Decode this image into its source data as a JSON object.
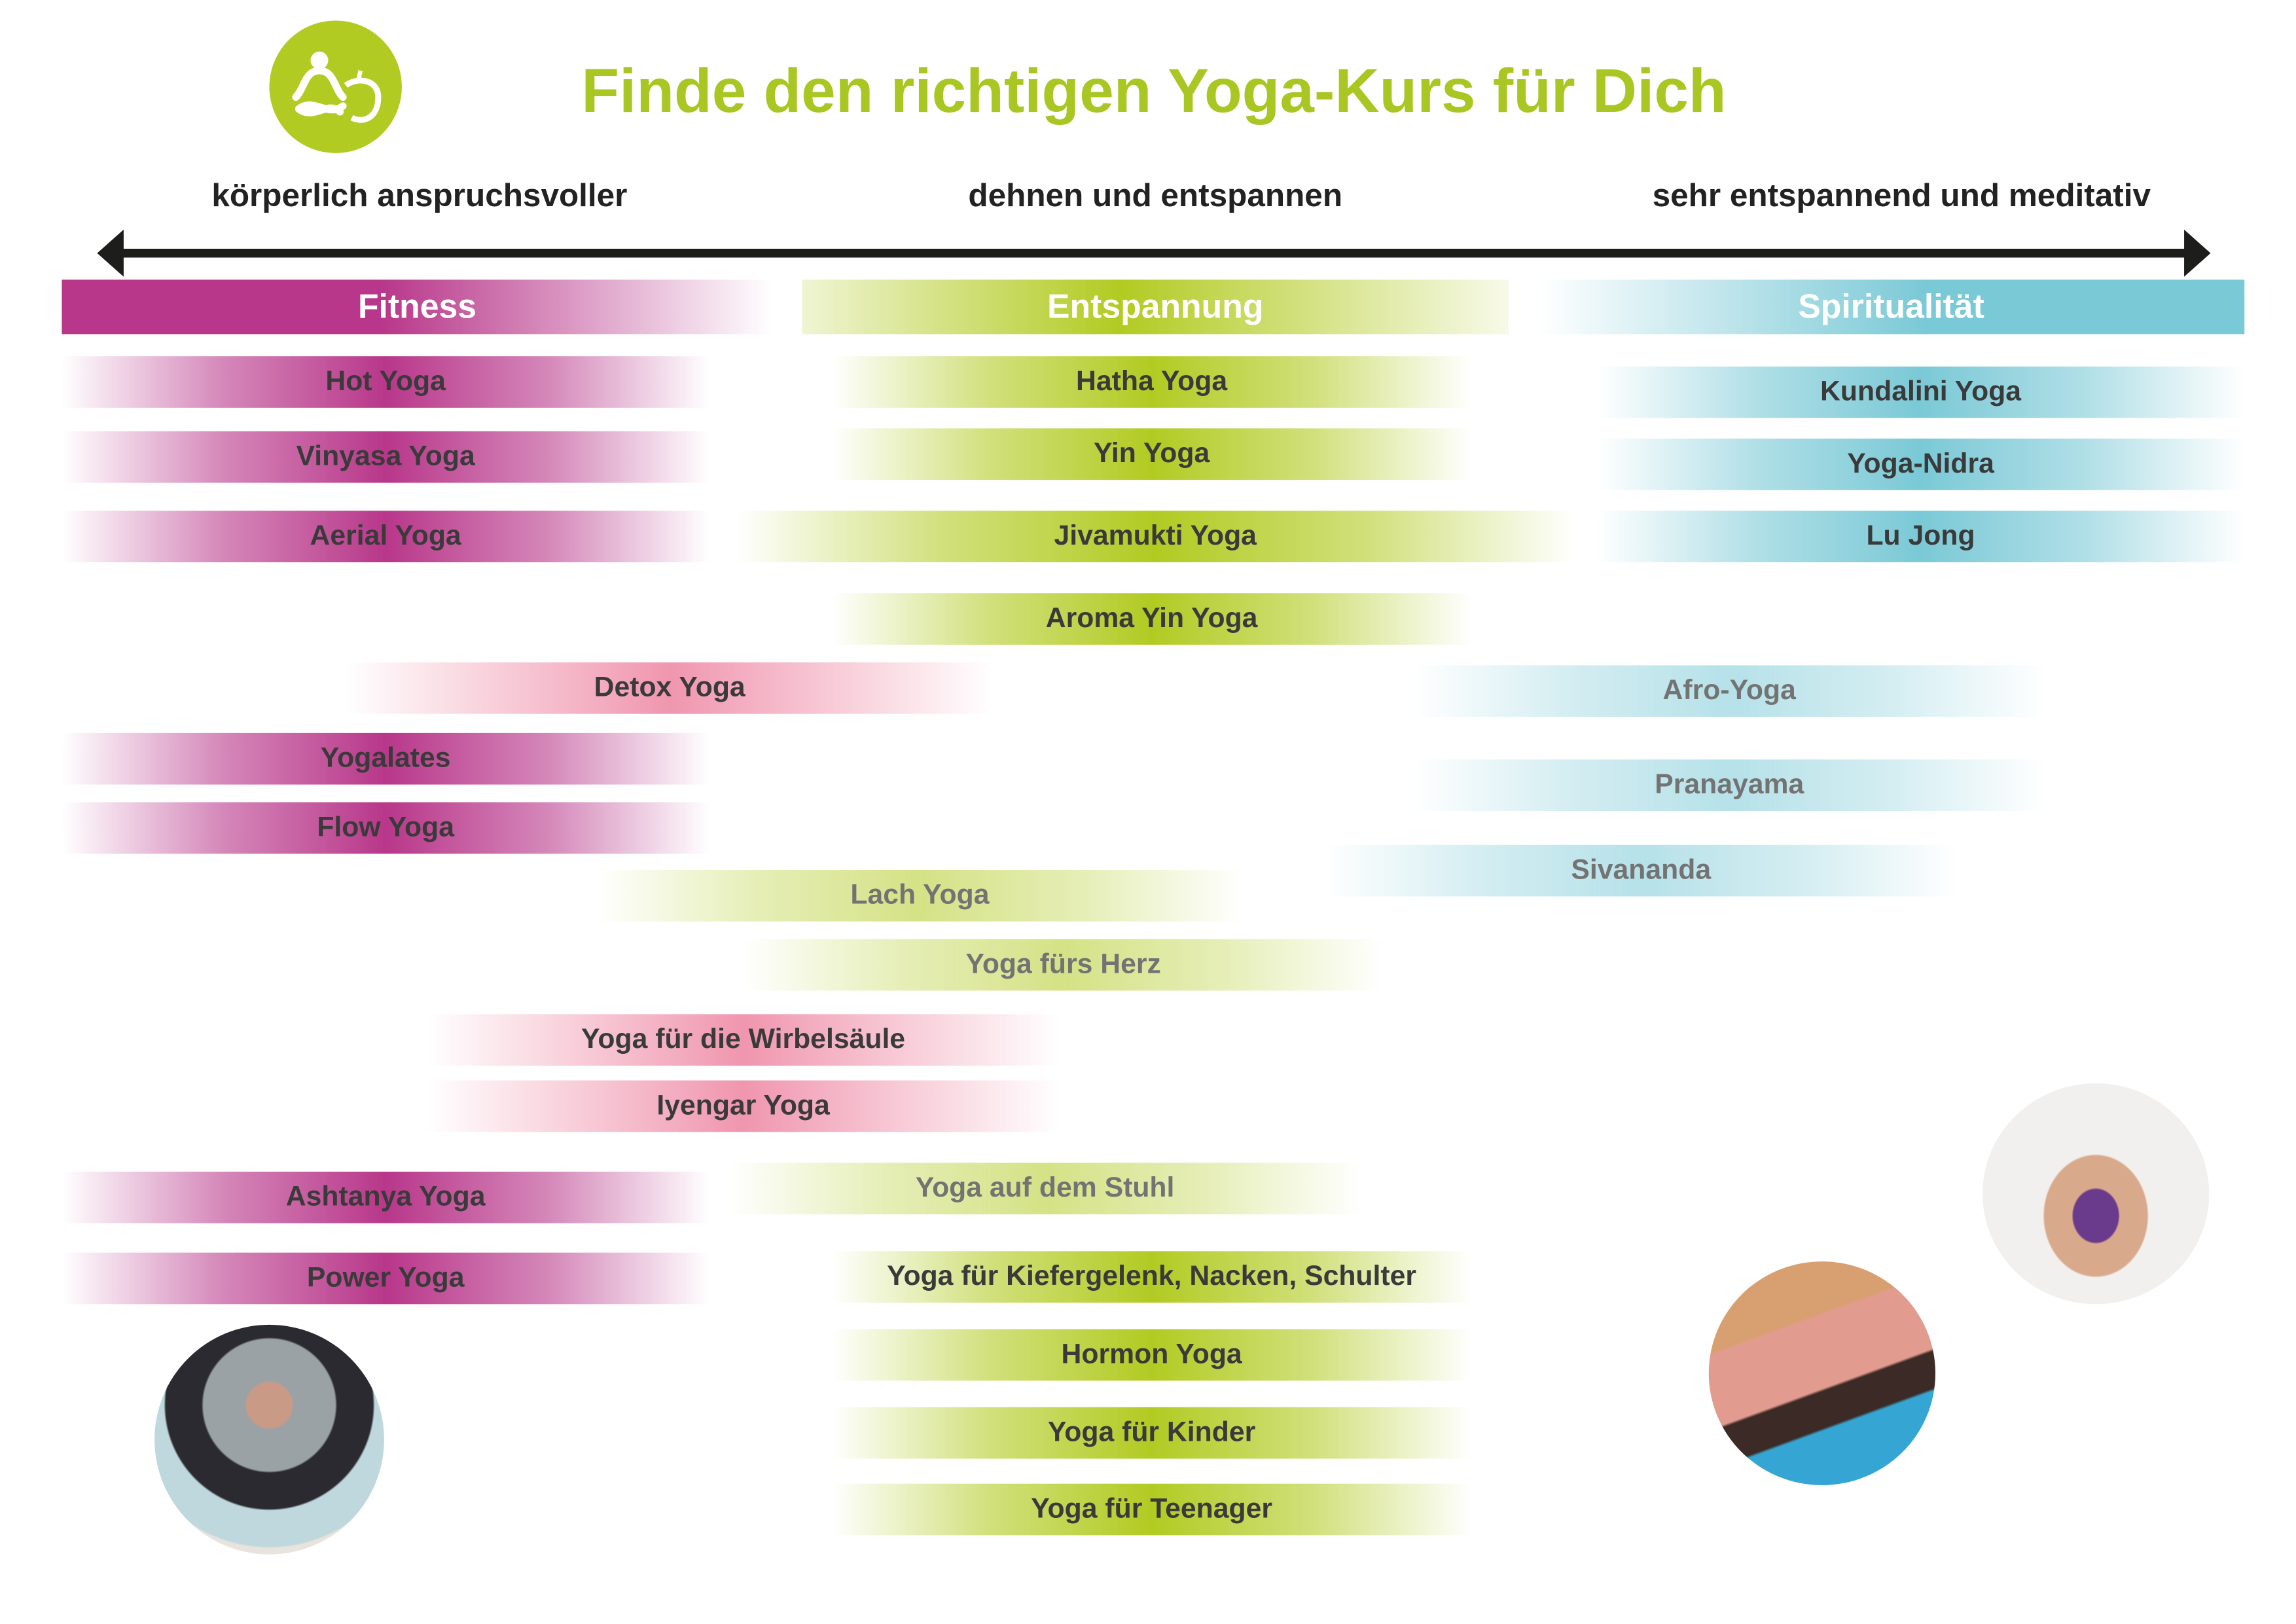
{
  "title": "Finde den richtigen Yoga-Kurs für Dich",
  "logo": {
    "icon": "yoga-apple-icon",
    "color": "#b2cb22"
  },
  "scale": {
    "left": "körperlich anspruchsvoller",
    "center": "dehnen und entspannen",
    "right": "sehr entspannend und meditativ"
  },
  "categories": [
    {
      "label": "Fitness",
      "color": "#b8378a"
    },
    {
      "label": "Entspannung",
      "color": "#b2cb22"
    },
    {
      "label": "Spiritualität",
      "color": "#7ac9d6"
    }
  ],
  "courses": [
    {
      "label": "Hot Yoga",
      "category": "Fitness"
    },
    {
      "label": "Vinyasa Yoga",
      "category": "Fitness"
    },
    {
      "label": "Aerial Yoga",
      "category": "Fitness"
    },
    {
      "label": "Yogalates",
      "category": "Fitness"
    },
    {
      "label": "Flow Yoga",
      "category": "Fitness"
    },
    {
      "label": "Ashtanya Yoga",
      "category": "Fitness"
    },
    {
      "label": "Power Yoga",
      "category": "Fitness"
    },
    {
      "label": "Detox Yoga",
      "category": "Fitness/Entspannung"
    },
    {
      "label": "Yoga für die Wirbelsäule",
      "category": "Fitness/Entspannung"
    },
    {
      "label": "Iyengar Yoga",
      "category": "Fitness/Entspannung"
    },
    {
      "label": "Hatha Yoga",
      "category": "Entspannung"
    },
    {
      "label": "Yin Yoga",
      "category": "Entspannung"
    },
    {
      "label": "Jivamukti Yoga",
      "category": "Entspannung"
    },
    {
      "label": "Aroma Yin Yoga",
      "category": "Entspannung"
    },
    {
      "label": "Lach Yoga",
      "category": "Entspannung"
    },
    {
      "label": "Yoga fürs Herz",
      "category": "Entspannung"
    },
    {
      "label": "Yoga auf dem Stuhl",
      "category": "Entspannung"
    },
    {
      "label": "Yoga für Kiefergelenk, Nacken, Schulter",
      "category": "Entspannung"
    },
    {
      "label": "Hormon Yoga",
      "category": "Entspannung"
    },
    {
      "label": "Yoga für Kinder",
      "category": "Entspannung"
    },
    {
      "label": "Yoga für Teenager",
      "category": "Entspannung"
    },
    {
      "label": "Kundalini Yoga",
      "category": "Spiritualität"
    },
    {
      "label": "Yoga-Nidra",
      "category": "Spiritualität"
    },
    {
      "label": "Lu Jong",
      "category": "Spiritualität"
    },
    {
      "label": "Afro-Yoga",
      "category": "Spiritualität"
    },
    {
      "label": "Pranayama",
      "category": "Spiritualität"
    },
    {
      "label": "Sivananda",
      "category": "Spiritualität"
    }
  ]
}
